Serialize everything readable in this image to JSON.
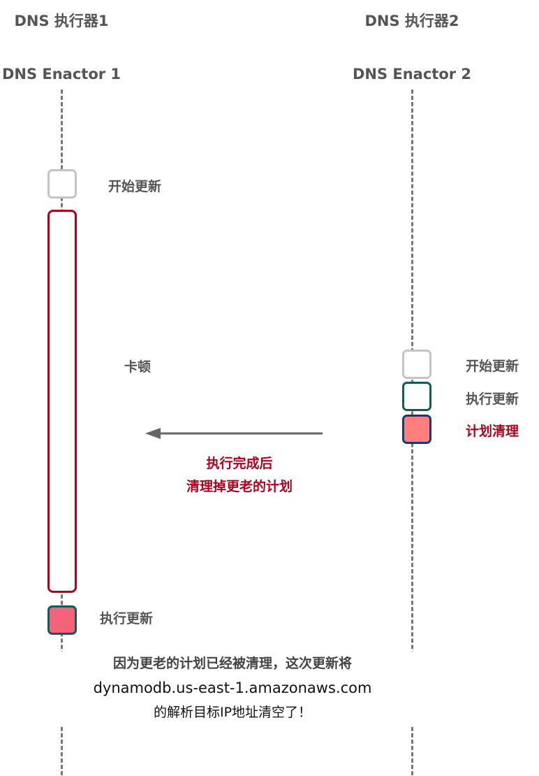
{
  "actors": [
    {
      "title_cn": "DNS 执行器1",
      "title_en": "DNS Enactor 1"
    },
    {
      "title_cn": "DNS 执行器2",
      "title_en": "DNS Enactor 2"
    }
  ],
  "enactor1": {
    "start_label": "开始更新",
    "stall_label": "卡顿",
    "execute_label": "执行更新"
  },
  "enactor2": {
    "start_label": "开始更新",
    "execute_label": "执行更新",
    "cleanup_label": "计划清理"
  },
  "arrow": {
    "line1": "执行完成后",
    "line2": "清理掉更老的计划"
  },
  "note": {
    "line1": "因为更老的计划已经被清理，这次更新将",
    "line2": "dynamodb.us-east-1.amazonaws.com",
    "line3": "的解析目标IP地址清空了！"
  },
  "colors": {
    "gray": "#c4c4c4",
    "teal": "#0f5c5a",
    "navy": "#173a73",
    "red": "#b0001e",
    "pink": "#f3647a",
    "salmon": "#ff7f7f"
  }
}
